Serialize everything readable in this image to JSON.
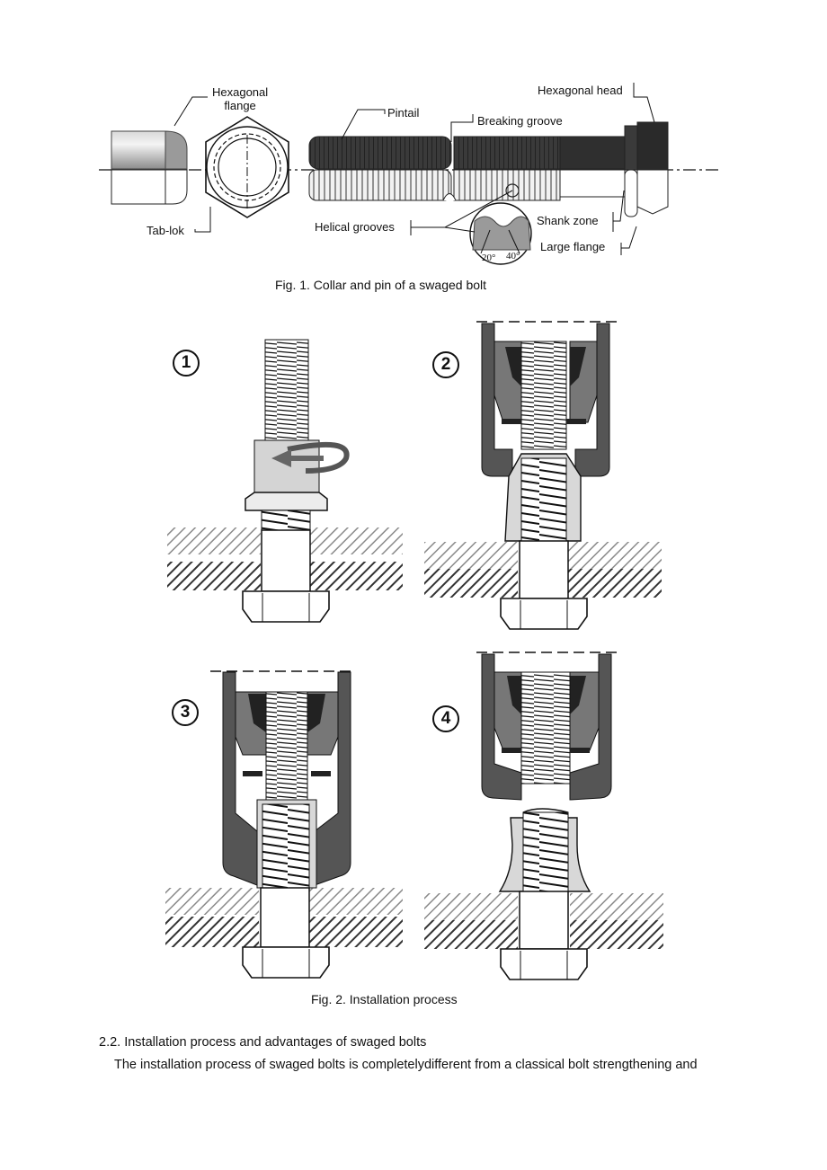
{
  "figure1": {
    "labels": {
      "hex_flange": [
        "Hexagonal",
        "flange"
      ],
      "tab_lok": "Tab-lok",
      "pintail": "Pintail",
      "breaking_groove": "Breaking groove",
      "helical_grooves": "Helical grooves",
      "hex_head": "Hexagonal head",
      "shank_zone": "Shank zone",
      "large_flange": "Large flange",
      "angle_1": "20°",
      "angle_2": "40°"
    },
    "caption": "Fig. 1. Collar and pin of a swaged bolt"
  },
  "figure2": {
    "steps": [
      "1",
      "2",
      "3",
      "4"
    ],
    "caption": "Fig. 2. Installation process"
  },
  "section": {
    "heading": "2.2. Installation process and advantages of swaged bolts",
    "paragraph_start": "The installation process of swaged bolts is completelydifferent from a classical bolt strengthening and"
  }
}
